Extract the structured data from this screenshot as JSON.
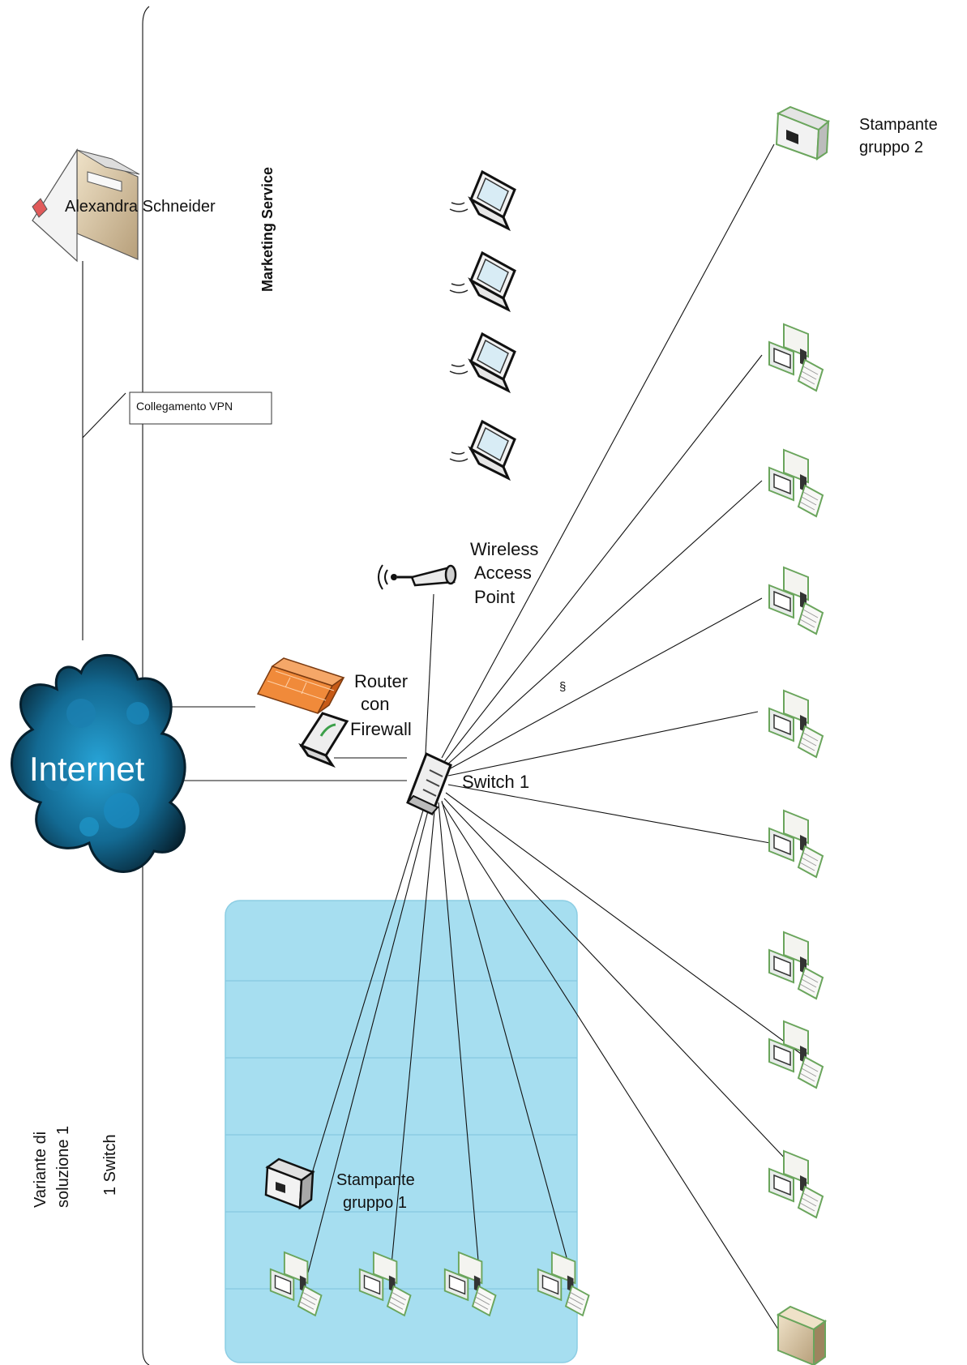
{
  "labels": {
    "marketing_service": "Marketing Service",
    "alexandra": "Alexandra Schneider",
    "vpn": "Collegamento VPN",
    "internet": "Internet",
    "router_line1": "Router",
    "router_line2": "con",
    "router_line3": "Firewall",
    "wap_line1": "Wireless",
    "wap_line2": "Access",
    "wap_line3": "Point",
    "switch": "Switch 1",
    "printer2_line1": "Stampante",
    "printer2_line2": "gruppo 2",
    "printer1_line1": "Stampante",
    "printer1_line2": "gruppo 1",
    "section_mark": "§",
    "variant_line1": "Variante di",
    "variant_line2": "soluzione 1",
    "one_switch": "1 Switch"
  },
  "colors": {
    "group_zone": "#a6def0",
    "cloud_dark": "#0b2636",
    "cloud_light": "#1f8fc0",
    "firewall": "#e8742a",
    "house_wall": "#d9c3a6"
  },
  "icons": {
    "laptops": 4,
    "pcs_right": 8,
    "pcs_zone": 4
  }
}
